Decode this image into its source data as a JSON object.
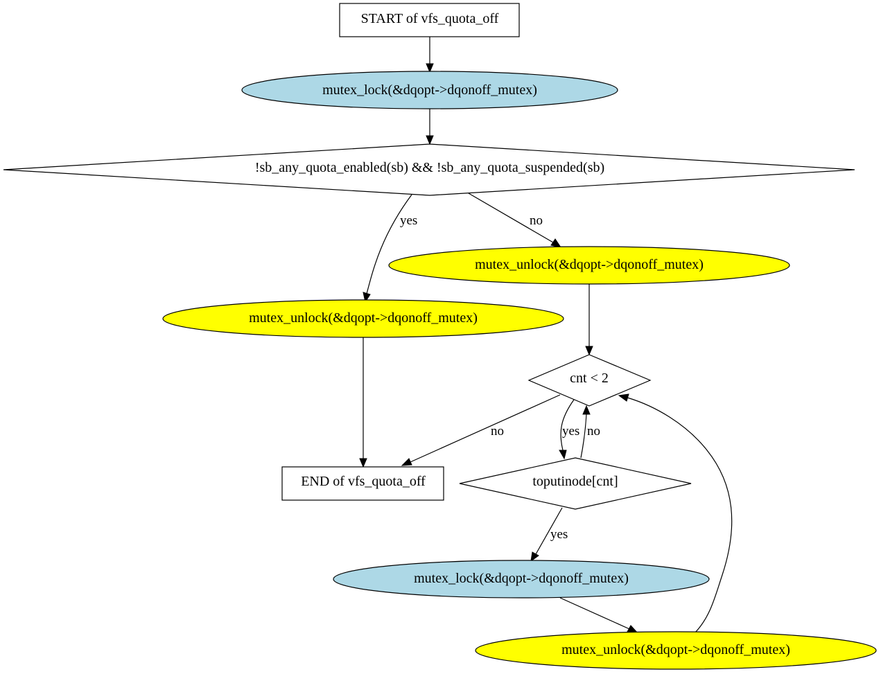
{
  "colors": {
    "lock_fill": "#add8e6",
    "unlock_fill": "#ffff00",
    "plain_fill": "#ffffff",
    "stroke": "#000000"
  },
  "nodes": {
    "start": "START of vfs_quota_off",
    "lock_first": "mutex_lock(&dqopt->dqonoff_mutex)",
    "check_quota": "!sb_any_quota_enabled(sb) && !sb_any_quota_suspended(sb)",
    "unlock_no_branch": "mutex_unlock(&dqopt->dqonoff_mutex)",
    "unlock_yes_branch": "mutex_unlock(&dqopt->dqonoff_mutex)",
    "cnt_check": "cnt < 2",
    "end": "END of vfs_quota_off",
    "toputinode_check": "toputinode[cnt]",
    "lock_loop": "mutex_lock(&dqopt->dqonoff_mutex)",
    "unlock_loop": "mutex_unlock(&dqopt->dqonoff_mutex)"
  },
  "edges": {
    "check_yes": "yes",
    "check_no": "no",
    "cnt_no": "no",
    "cnt_yes": "yes",
    "toputinode_no": "no",
    "toputinode_yes": "yes"
  }
}
